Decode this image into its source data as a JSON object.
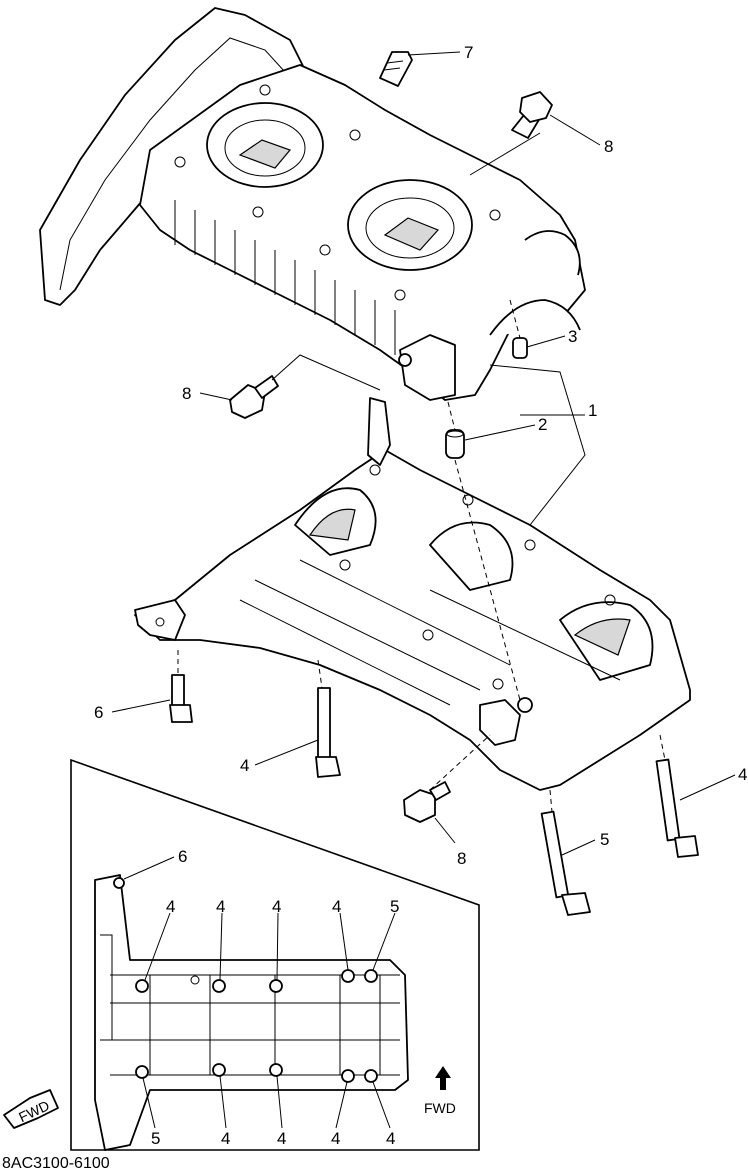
{
  "diagram_code": "8AC3100-6100",
  "fwd_label": "FWD",
  "fwd_badge_label": "FWD",
  "callouts": {
    "c1": "1",
    "c2": "2",
    "c3": "3",
    "c4a": "4",
    "c4b": "4",
    "c5a": "5",
    "c6a": "6",
    "c7": "7",
    "c8a": "8",
    "c8b": "8",
    "c8c": "8"
  },
  "inset_callouts": {
    "top_6": "6",
    "top_4a": "4",
    "top_4b": "4",
    "top_4c": "4",
    "top_4d": "4",
    "top_5": "5",
    "bot_5": "5",
    "bot_4a": "4",
    "bot_4b": "4",
    "bot_4c": "4",
    "bot_4d": "4"
  }
}
